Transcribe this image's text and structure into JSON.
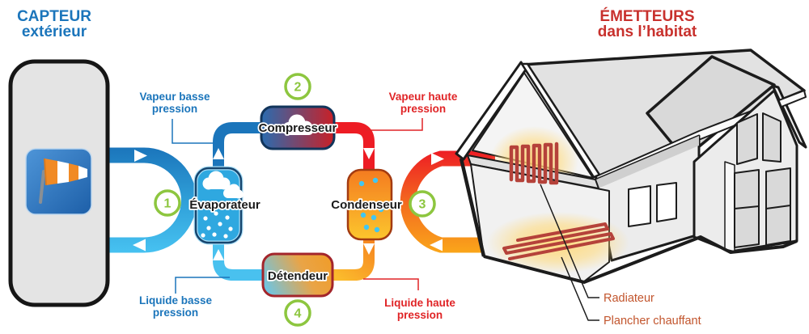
{
  "headers": {
    "capteur": {
      "line1": "CAPTEUR",
      "line2": "extérieur"
    },
    "emetteurs": {
      "line1": "ÉMETTEURS",
      "line2": "dans l’habitat"
    }
  },
  "components": {
    "evaporator": {
      "label": "Évaporateur",
      "step": "1"
    },
    "compressor": {
      "label": "Compresseur",
      "step": "2"
    },
    "condenser": {
      "label": "Condenseur",
      "step": "3"
    },
    "expansion_valve": {
      "label": "Détendeur",
      "step": "4"
    }
  },
  "pipe_labels": {
    "vapor_low": {
      "line1": "Vapeur basse",
      "line2": "pression"
    },
    "vapor_high": {
      "line1": "Vapeur haute",
      "line2": "pression"
    },
    "liquid_low": {
      "line1": "Liquide basse",
      "line2": "pression"
    },
    "liquid_high": {
      "line1": "Liquide haute",
      "line2": "pression"
    }
  },
  "house_labels": {
    "radiator": "Radiateur",
    "floor_heating": "Plancher chauffant"
  },
  "icons": [
    "windsock-icon",
    "cloud-icon",
    "snowflakes-icon",
    "droplets-icon",
    "flow-arrow-icon"
  ],
  "colors": {
    "pipe_blue_dark": "#1b75bb",
    "pipe_blue_light": "#47c2f1",
    "pipe_red": "#ed1c24",
    "pipe_orange": "#f7941d",
    "pipe_yellow_orange": "#fbb03b",
    "step_green": "#8dc63f",
    "label_blue": "#1b75bb",
    "label_red": "#e02426",
    "header_red": "#c8312d",
    "house_label_orange": "#c2552d",
    "radiator_red": "#b5423a",
    "glow_yellow": "#ffd978",
    "sensor_box_gray": "#e4e4e4"
  }
}
